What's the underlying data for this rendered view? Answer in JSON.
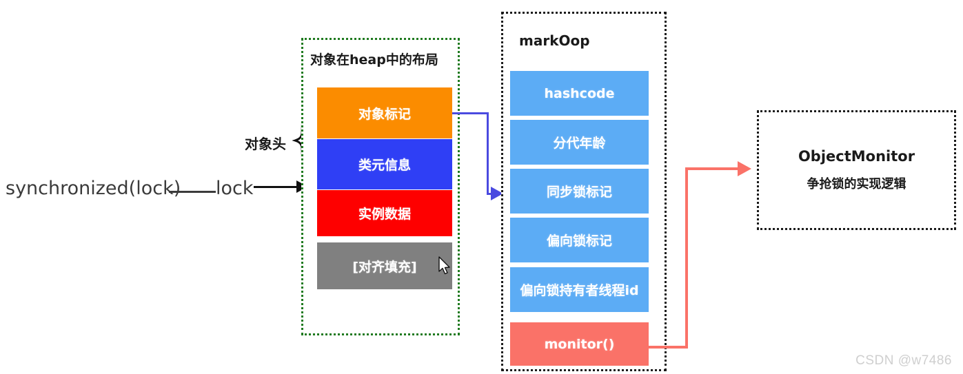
{
  "expression": {
    "statement": "synchronized(lock)",
    "lock_label": "lock"
  },
  "object_header": {
    "brace_label": "对象头"
  },
  "heap_box": {
    "title": "对象在heap中的布局",
    "border_color": "#1f7a1f",
    "blocks": [
      {
        "label": "对象标记",
        "color": "#FB8C00"
      },
      {
        "label": "类元信息",
        "color": "#2F3FF5"
      },
      {
        "label": "实例数据",
        "color": "#FE0000"
      },
      {
        "label": "[对齐填充]",
        "color": "#808080"
      }
    ]
  },
  "markoop_box": {
    "title": "markOop",
    "border_color": "#1a1a1a",
    "blocks": [
      {
        "label": "hashcode",
        "color": "#5CACF5"
      },
      {
        "label": "分代年龄",
        "color": "#5CACF5"
      },
      {
        "label": "同步锁标记",
        "color": "#5CACF5"
      },
      {
        "label": "偏向锁标记",
        "color": "#5CACF5"
      },
      {
        "label": "偏向锁持有者线程id",
        "color": "#5CACF5"
      },
      {
        "label": "monitor()",
        "color": "#FA7268"
      }
    ]
  },
  "monitor_box": {
    "title": "ObjectMonitor",
    "subtitle": "争抢锁的实现逻辑",
    "border_color": "#1a1a1a"
  },
  "connectors": {
    "lock_arrow_color": "#111111",
    "mark_to_markoop_color": "#4A4AE0",
    "monitor_to_objectmonitor_color": "#FA7268"
  },
  "cursor": {
    "icon": "mouse-pointer-icon"
  },
  "watermark": {
    "text": "CSDN @w7486"
  }
}
